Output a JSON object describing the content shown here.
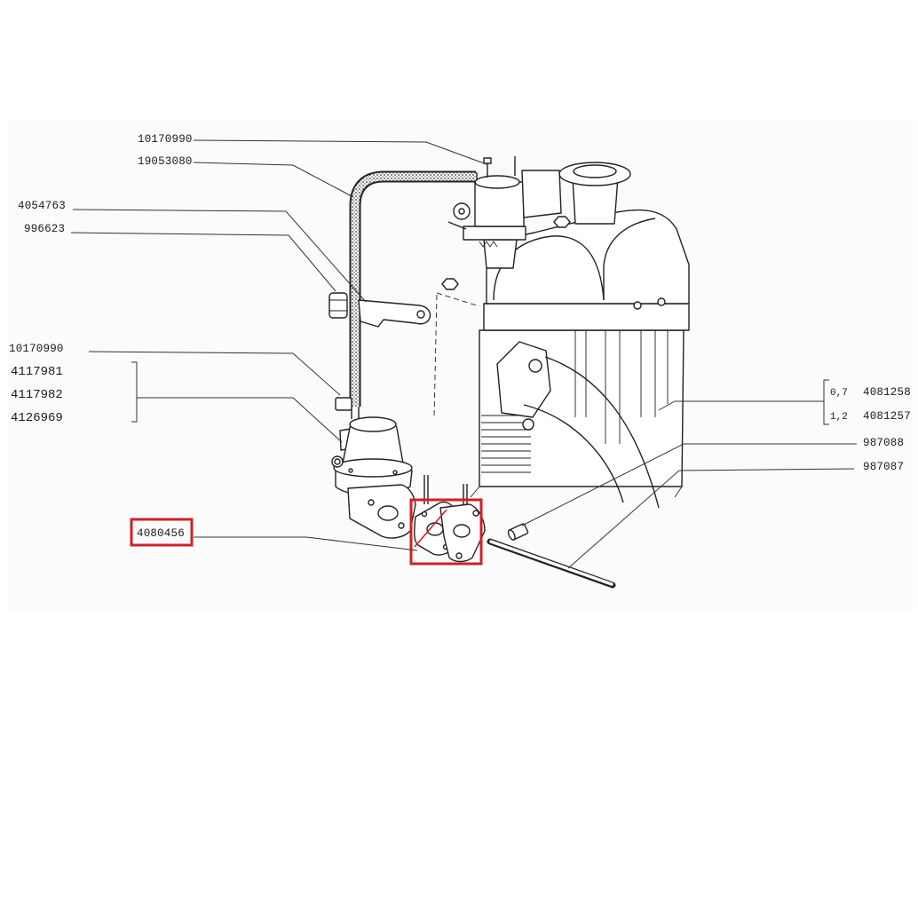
{
  "diagram": {
    "callouts_left": [
      {
        "part": "10170990"
      },
      {
        "part": "19053080"
      },
      {
        "part": "4054763"
      },
      {
        "part": "996623"
      },
      {
        "part": "10170990"
      }
    ],
    "pump_group": {
      "parts": [
        "4117981",
        "4117982",
        "4126969"
      ]
    },
    "highlighted": {
      "part": "4080456"
    },
    "callouts_right": [
      {
        "size": "0,7",
        "part": "4081258"
      },
      {
        "size": "1,2",
        "part": "4081257"
      },
      {
        "part": "987088"
      },
      {
        "part": "987087"
      }
    ]
  },
  "colors": {
    "ink": "#222222",
    "highlight": "#d0202a",
    "background": "#ffffff"
  }
}
